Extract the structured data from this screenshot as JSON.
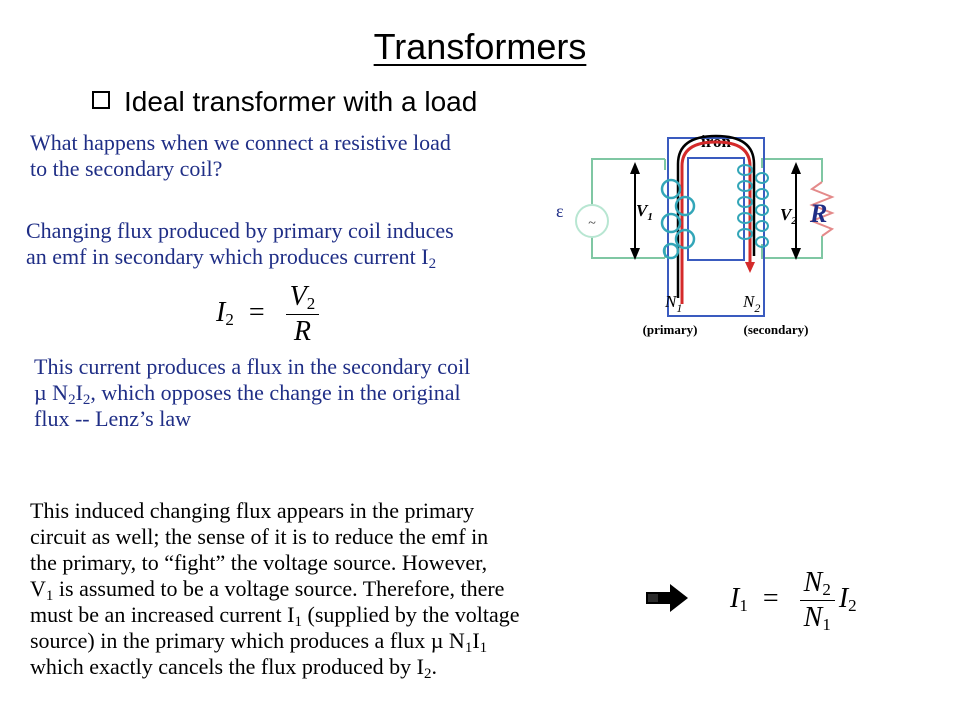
{
  "slide": {
    "title": "Transformers",
    "bullet": "Ideal transformer with a load"
  },
  "paragraphs": {
    "p1": [
      "What happens when we connect a resistive load",
      " to the secondary coil?"
    ],
    "p2": [
      "Changing flux produced by primary coil induces",
      "an emf in secondary which produces current I"
    ],
    "p2_sub": "2",
    "p3": {
      "line1": "This current produces a flux in the secondary coil",
      "line2_pre": "µ N",
      "line2_sub1": "2",
      "line2_mid": "I",
      "line2_sub2": "2",
      "line2_post": ", which opposes the change in the original",
      "line3": "flux -- Lenz’s law"
    },
    "p4": {
      "line1": "This induced changing flux appears in the primary",
      "line2": "circuit as well; the sense of it is to reduce the emf in",
      "line3": "the primary, to “fight” the voltage source. However,",
      "line4_pre": "V",
      "line4_sub": "1",
      "line4_post": " is assumed to be a voltage source.  Therefore, there",
      "line5": "must be an increased current I",
      "line5_sub": "1",
      "line5_post": " (supplied by the voltage",
      "line6_pre": "source) in the primary which produces a flux µ N",
      "line6_sub1": "1",
      "line6_mid": "I",
      "line6_sub2": "1",
      "line7_pre": "which exactly cancels the flux produced by I",
      "line7_sub": "2",
      "line7_post": "."
    }
  },
  "equations": {
    "eq1": {
      "lhs": "I",
      "lhs_sub": "2",
      "op": "=",
      "num": "V",
      "num_sub": "2",
      "den": "R"
    },
    "eq2": {
      "lhs": "I",
      "lhs_sub": "1",
      "op": "=",
      "num": "N",
      "num_sub": "2",
      "den": "N",
      "den_sub": "1",
      "rhs": "I",
      "rhs_sub": "2"
    }
  },
  "diagram": {
    "core_label": "iron",
    "emf_symbol": "ε",
    "source_symbol": "~",
    "v1": "V",
    "v1_sub": "1",
    "v2": "V",
    "v2_sub": "2",
    "load_label": "R",
    "n1": "N",
    "n1_sub": "1",
    "n2": "N",
    "n2_sub": "2",
    "primary_label": "(primary)",
    "secondary_label": "(secondary)",
    "colors": {
      "wire": "#7fc7a3",
      "coil": "#33a6b8",
      "core": "#3a5bbf",
      "flux_red": "#d42a2a",
      "flux_black": "#000000"
    }
  }
}
